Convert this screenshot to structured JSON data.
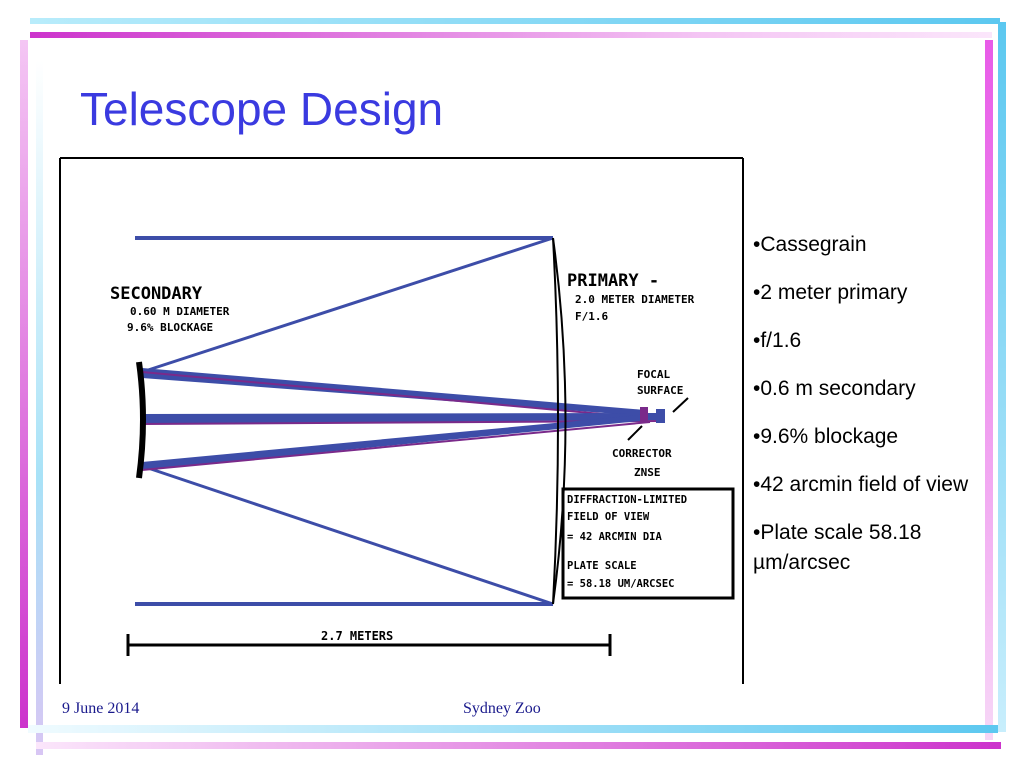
{
  "slide": {
    "title": "Telescope Design",
    "footer_date": "9 June 2014",
    "footer_center": "Sydney Zoo"
  },
  "diagram": {
    "secondary": {
      "title": "SECONDARY",
      "line1": "0.60 M DIAMETER",
      "line2": "9.6% BLOCKAGE"
    },
    "primary": {
      "title": "PRIMARY -",
      "line1": "2.0 METER DIAMETER",
      "line2": "F/1.6"
    },
    "focal": {
      "line1": "FOCAL",
      "line2": "SURFACE"
    },
    "corrector": {
      "line1": "CORRECTOR",
      "line2": "ZNSE"
    },
    "spec_box": {
      "line1": "DIFFRACTION-LIMITED",
      "line2": "FIELD OF VIEW",
      "line3": "= 42 ARCMIN DIA",
      "line4": "PLATE SCALE",
      "line5": "= 58.18 UM/ARCSEC"
    },
    "scale_label": "2.7 METERS"
  },
  "bullets": [
    "•Cassegrain",
    "•2 meter primary",
    "•f/1.6",
    "•0.6 m secondary",
    "•9.6% blockage",
    "•42 arcmin field of view",
    "•Plate scale 58.18 µm/arcsec"
  ],
  "colors": {
    "title": "#3a3ae0",
    "ray_blue": "#3d4da8",
    "ray_purple": "#7a2a8a",
    "frame_pink": "#cc33cc",
    "frame_cyan": "#5cc8f0"
  }
}
